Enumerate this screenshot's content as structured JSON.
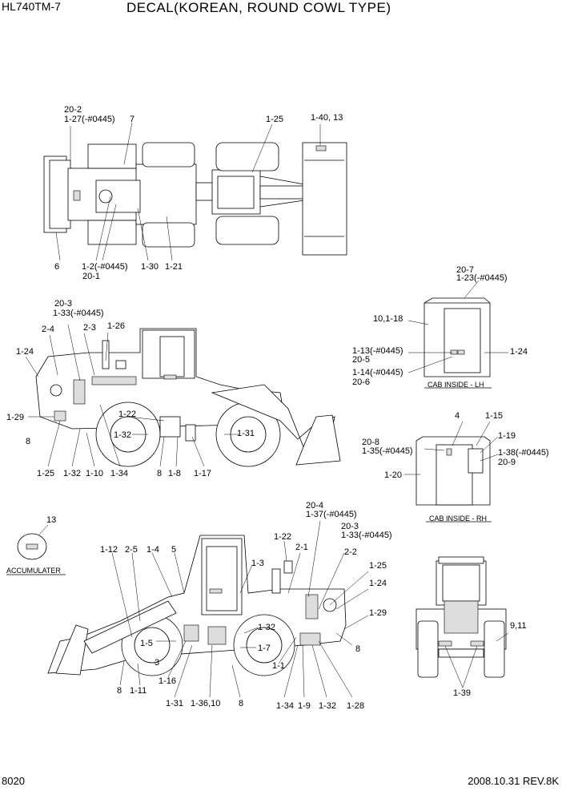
{
  "header": {
    "model": "HL740TM-7",
    "title": "DECAL(KOREAN, ROUND COWL TYPE)"
  },
  "footer": {
    "page_number": "8020",
    "revision": "2008.10.31  REV.8K"
  },
  "captions": {
    "cab_lh": "CAB INSIDE - LH",
    "cab_rh": "CAB INSIDE - RH",
    "accumulater": "ACCUMULATER"
  },
  "callouts": {
    "top": [
      "20-2",
      "1-27(-#0445)",
      "7",
      "1-25",
      "1-40, 13",
      "6",
      "1-2(-#0445)",
      "20-1",
      "1-30",
      "1-21"
    ],
    "left_side": [
      "20-3",
      "1-33(-#0445)",
      "2-4",
      "2-3",
      "1-26",
      "1-24",
      "1-29",
      "1-22",
      "1-32",
      "1-31",
      "8",
      "1-25",
      "1-32",
      "1-10",
      "1-34",
      "8",
      "1-8",
      "1-17"
    ],
    "cab_lh": [
      "20-7",
      "1-23(-#0445)",
      "10,1-18",
      "1-13(-#0445)",
      "20-5",
      "1-24",
      "1-14(-#0445)",
      "20-6"
    ],
    "cab_rh": [
      "4",
      "1-15",
      "20-8",
      "1-35(-#0445)",
      "1-19",
      "1-38(-#0445)",
      "20-9",
      "1-20"
    ],
    "accumulater": [
      "13"
    ],
    "right_side": [
      "20-4",
      "1-37(-#0445)",
      "20-3",
      "1-33(-#0445)",
      "1-22",
      "2-1",
      "2-2",
      "1-12",
      "2-5",
      "1-4",
      "5",
      "1-3",
      "1-25",
      "1-24",
      "1-29",
      "1-32",
      "1-5",
      "1-7",
      "3",
      "8",
      "1-16",
      "1-1",
      "8",
      "1-11",
      "1-31",
      "1-36,10",
      "8",
      "1-34",
      "1-9",
      "1-32",
      "1-28"
    ],
    "front": [
      "9,11",
      "1-39"
    ]
  }
}
